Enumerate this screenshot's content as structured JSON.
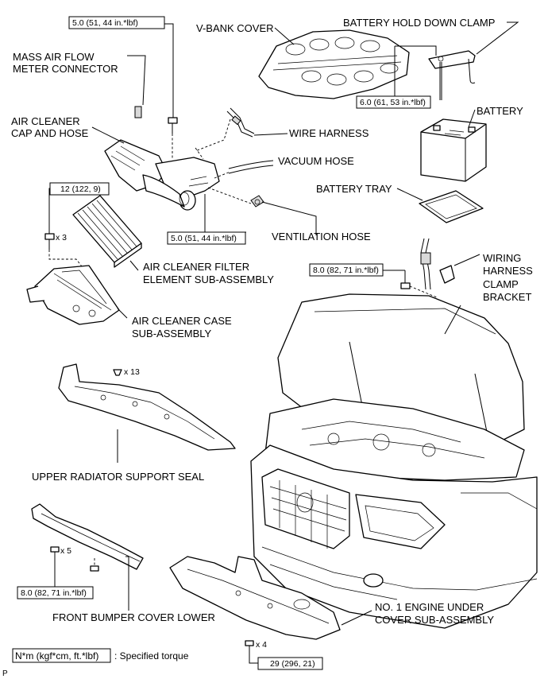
{
  "labels": {
    "v_bank_cover": "V-BANK COVER",
    "battery_hold_down_clamp": "BATTERY HOLD DOWN CLAMP",
    "mass_air_flow_1": "MASS AIR FLOW",
    "mass_air_flow_2": "METER CONNECTOR",
    "air_cleaner_cap_1": "AIR CLEANER",
    "air_cleaner_cap_2": "CAP AND HOSE",
    "wire_harness": "WIRE HARNESS",
    "battery": "BATTERY",
    "vacuum_hose": "VACUUM HOSE",
    "battery_tray": "BATTERY TRAY",
    "ventilation_hose": "VENTILATION HOSE",
    "air_cleaner_filter_1": "AIR CLEANER FILTER",
    "air_cleaner_filter_2": "ELEMENT SUB-ASSEMBLY",
    "wiring_bracket_1": "WIRING",
    "wiring_bracket_2": "HARNESS",
    "wiring_bracket_3": "CLAMP",
    "wiring_bracket_4": "BRACKET",
    "air_cleaner_case_1": "AIR CLEANER CASE",
    "air_cleaner_case_2": "SUB-ASSEMBLY",
    "upper_radiator_seal": "UPPER RADIATOR SUPPORT SEAL",
    "front_bumper_lower": "FRONT BUMPER COVER LOWER",
    "no1_under_cover_1": "NO. 1 ENGINE UNDER",
    "no1_under_cover_2": "COVER SUB-ASSEMBLY"
  },
  "torques": {
    "mass_air_flow_bolt": "5.0 (51, 44 in.*lbf)",
    "battery_clamp": "6.0 (61, 53 in.*lbf)",
    "air_cleaner_case_bolt": "12 (122, 9)",
    "air_cleaner_cap_clamp": "5.0 (51, 44 in.*lbf)",
    "wiring_bracket_bolt": "8.0 (82, 71 in.*lbf)",
    "bumper_cover_bolt": "8.0 (82, 71 in.*lbf)",
    "under_cover_bolt": "29 (296, 21)"
  },
  "quantities": {
    "case_bolts": "x 3",
    "seal_clips": "x 13",
    "bumper_bolts": "x 5",
    "under_cover_bolts": "x 4"
  },
  "legend": {
    "units": "N*m (kgf*cm, ft.*lbf)",
    "description": ": Specified torque"
  },
  "corner_mark": "P"
}
